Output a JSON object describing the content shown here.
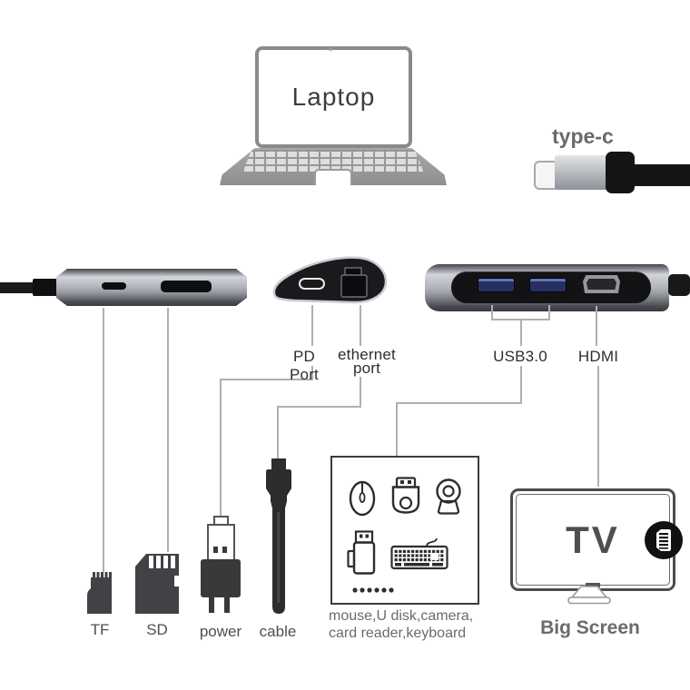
{
  "laptop": {
    "label": "Laptop"
  },
  "typec": {
    "label": "type-c"
  },
  "hub_ports": {
    "pd": "PD Port",
    "ethernet_line1": "ethernet",
    "ethernet_line2": "port",
    "usb": "USB3.0",
    "hdmi": "HDMI"
  },
  "peripherals": {
    "tf": "TF",
    "sd": "SD",
    "power": "power",
    "cable": "cable",
    "devices_caption_line1": "mouse,U disk,camera,",
    "devices_caption_line2": "card reader,keyboard",
    "tv": "TV",
    "big_screen": "Big Screen"
  },
  "icons": {
    "mouse": "mouse-icon",
    "card_reader": "card-reader-icon",
    "webcam": "webcam-icon",
    "usb_drive": "usb-drive-icon",
    "keyboard": "keyboard-icon",
    "more_dots": "more-dots-icon",
    "hdmi_badge": "hdmi-plug-badge-icon"
  },
  "colors": {
    "hub_silver": "#b8bbc1",
    "hub_dark_edge": "#4b4e54",
    "usb_port_blue": "#27305e",
    "connector_line": "#b0b0b0",
    "label_dark": "#2e2e2e",
    "label_gray": "#6b6b6b",
    "device_dark": "#3c3c3f"
  }
}
